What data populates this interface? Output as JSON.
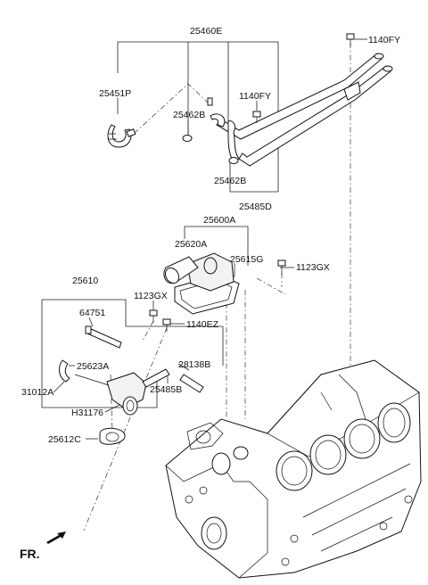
{
  "labels": {
    "p25460E": "25460E",
    "p1140FY_top": "1140FY",
    "p25451P": "25451P",
    "p1140FY_mid": "1140FY",
    "p25462B_upper": "25462B",
    "p25462B_lower": "25462B",
    "p25485D": "25485D",
    "p25600A": "25600A",
    "p25620A": "25620A",
    "p25615G": "25615G",
    "p1123GX_right": "1123GX",
    "p25610": "25610",
    "p1123GX_left": "1123GX",
    "p64751": "64751",
    "p1140EZ": "1140EZ",
    "p25623A": "25623A",
    "p28138B": "28138B",
    "p25485B": "25485B",
    "p31012A": "31012A",
    "p H31176": "H31176",
    "pH31176": "H31176",
    "p25612C": "25612C",
    "fr": "FR."
  },
  "icons": {
    "front_arrow": "front-arrow-icon"
  }
}
